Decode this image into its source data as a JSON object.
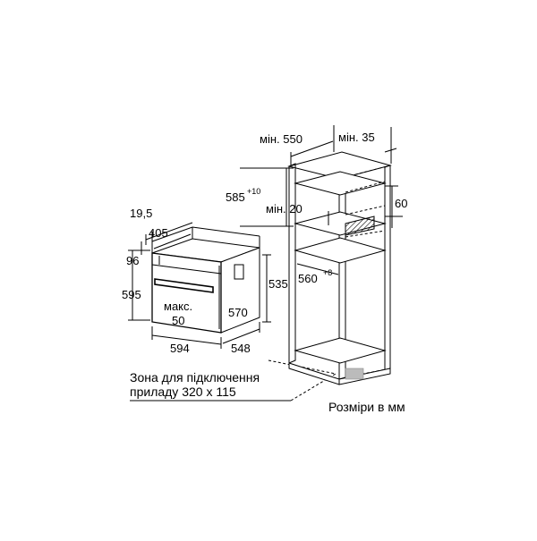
{
  "labels": {
    "oven_depth_total": "19,5",
    "oven_depth": "405",
    "front_height": "96",
    "oven_height": "595",
    "oven_width": "594",
    "oven_depth_body": "548",
    "body_height": "535",
    "body_width_inner": "570",
    "max_label": "макс.",
    "max_value": "50",
    "niche_depth_min": "мін. 550",
    "vent_min": "мін. 35",
    "niche_height": "585",
    "niche_height_tol": "+10",
    "gap_min": "мін. 20",
    "vent_height": "60",
    "niche_width": "560",
    "niche_width_tol": "+8",
    "connection_zone_line1": "Зона для підключення",
    "connection_zone_line2": "приладу 320 x 115",
    "units_note": "Розміри в мм"
  }
}
